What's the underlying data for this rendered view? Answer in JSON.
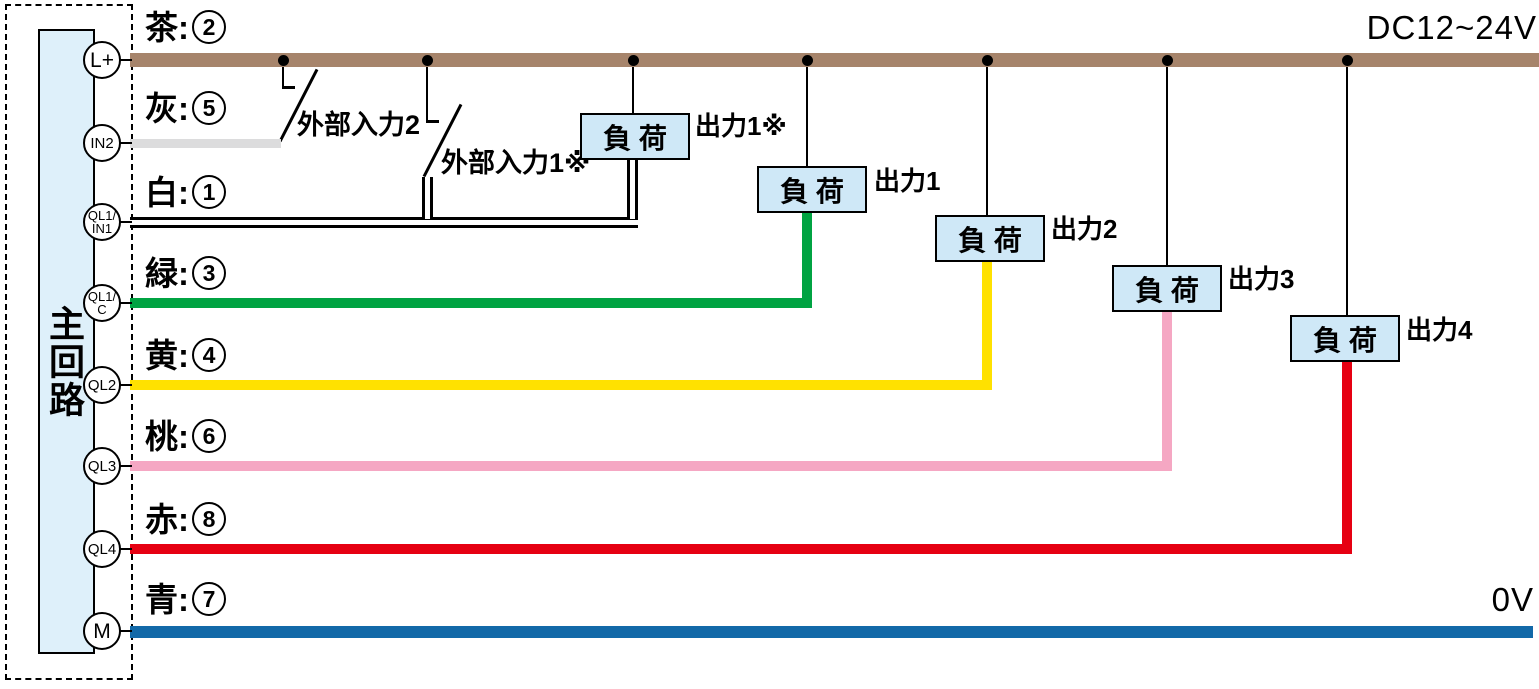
{
  "rails": {
    "power_label": "DC12~24V",
    "ground_label": "0V"
  },
  "main_circuit": {
    "label": "主回路"
  },
  "terminals": [
    {
      "id": "l-plus",
      "line1": "L+",
      "line2": ""
    },
    {
      "id": "in2",
      "line1": "IN2",
      "line2": ""
    },
    {
      "id": "ql1-in1",
      "line1": "QL1/",
      "line2": "IN1"
    },
    {
      "id": "ql1-c",
      "line1": "QL1/",
      "line2": "C"
    },
    {
      "id": "ql2",
      "line1": "QL2",
      "line2": ""
    },
    {
      "id": "ql3",
      "line1": "QL3",
      "line2": ""
    },
    {
      "id": "ql4",
      "line1": "QL4",
      "line2": ""
    },
    {
      "id": "m",
      "line1": "M",
      "line2": ""
    }
  ],
  "wires": [
    {
      "terminal": "L+",
      "label_prefix": "茶:",
      "number": "2",
      "color": "#a6846b"
    },
    {
      "terminal": "IN2",
      "label_prefix": "灰:",
      "number": "5",
      "color": "#dcdcdd"
    },
    {
      "terminal": "QL1/IN1",
      "label_prefix": "白:",
      "number": "1",
      "color": "#ffffff"
    },
    {
      "terminal": "QL1/C",
      "label_prefix": "緑:",
      "number": "3",
      "color": "#00a342"
    },
    {
      "terminal": "QL2",
      "label_prefix": "黄:",
      "number": "4",
      "color": "#ffe100"
    },
    {
      "terminal": "QL3",
      "label_prefix": "桃:",
      "number": "6",
      "color": "#f5a7c3"
    },
    {
      "terminal": "QL4",
      "label_prefix": "赤:",
      "number": "8",
      "color": "#e60012"
    },
    {
      "terminal": "M",
      "label_prefix": "青:",
      "number": "7",
      "color": "#1269a8"
    }
  ],
  "switches": [
    {
      "label": "外部入力2"
    },
    {
      "label": "外部入力1※"
    }
  ],
  "loads": [
    {
      "label": "負 荷",
      "output": "出力1※"
    },
    {
      "label": "負 荷",
      "output": "出力1"
    },
    {
      "label": "負 荷",
      "output": "出力2"
    },
    {
      "label": "負 荷",
      "output": "出力3"
    },
    {
      "label": "負 荷",
      "output": "出力4"
    }
  ]
}
